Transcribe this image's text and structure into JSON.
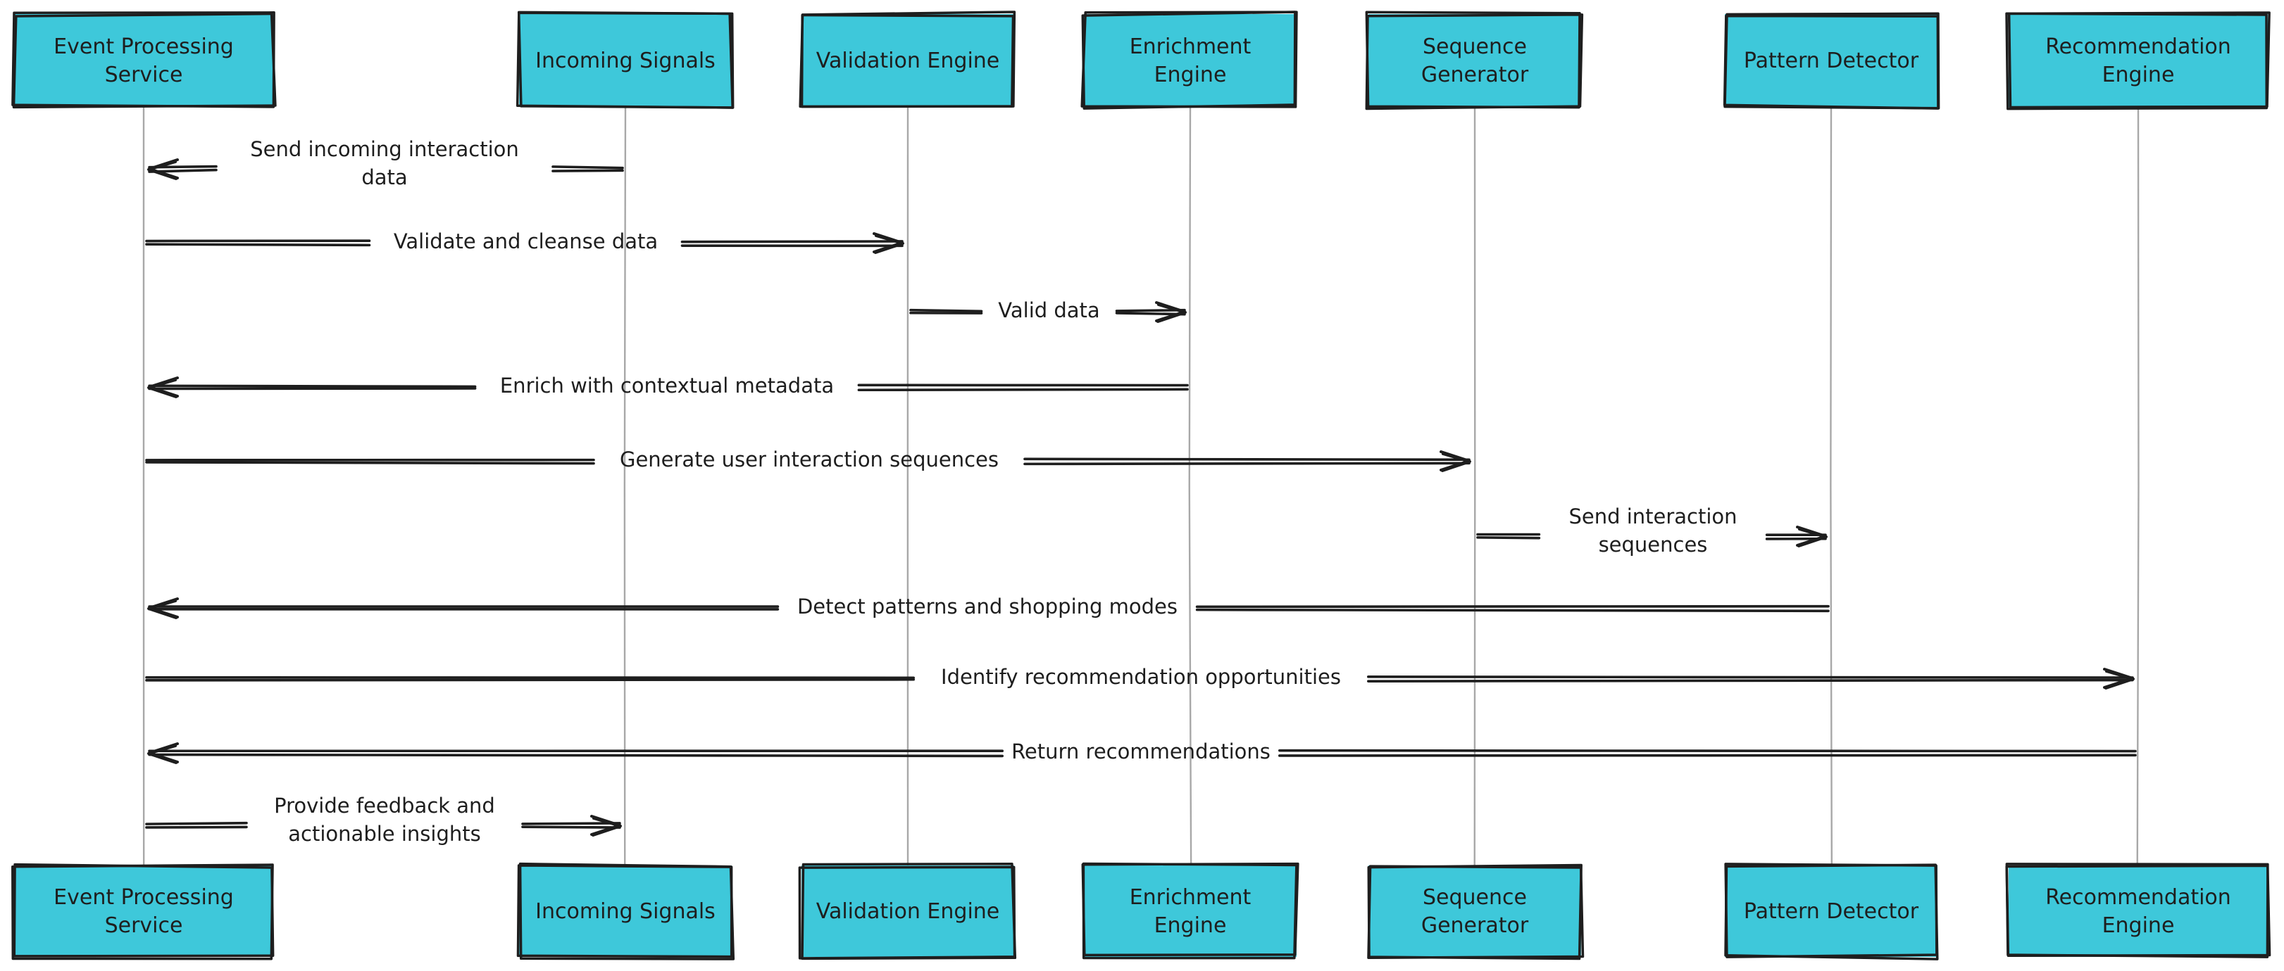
{
  "colors": {
    "box_fill": "#3ec8da",
    "stroke": "#1e1e1e",
    "lifeline": "#a8a8a8",
    "background": "#ffffff"
  },
  "participants": [
    {
      "id": "event-processing-service",
      "label": [
        "Event Processing",
        "Service"
      ]
    },
    {
      "id": "incoming-signals",
      "label": [
        "Incoming Signals"
      ]
    },
    {
      "id": "validation-engine",
      "label": [
        "Validation Engine"
      ]
    },
    {
      "id": "enrichment-engine",
      "label": [
        "Enrichment",
        "Engine"
      ]
    },
    {
      "id": "sequence-generator",
      "label": [
        "Sequence",
        "Generator"
      ]
    },
    {
      "id": "pattern-detector",
      "label": [
        "Pattern Detector"
      ]
    },
    {
      "id": "recommendation-engine",
      "label": [
        "Recommendation",
        "Engine"
      ]
    }
  ],
  "messages": [
    {
      "from": 1,
      "to": 0,
      "label": [
        "Send incoming interaction",
        "data"
      ]
    },
    {
      "from": 0,
      "to": 2,
      "label": [
        "Validate and cleanse data"
      ]
    },
    {
      "from": 2,
      "to": 3,
      "label": [
        "Valid data"
      ]
    },
    {
      "from": 3,
      "to": 0,
      "label": [
        "Enrich with contextual metadata"
      ]
    },
    {
      "from": 0,
      "to": 4,
      "label": [
        "Generate user interaction sequences"
      ]
    },
    {
      "from": 4,
      "to": 5,
      "label": [
        "Send interaction",
        "sequences"
      ]
    },
    {
      "from": 5,
      "to": 0,
      "label": [
        "Detect patterns and shopping modes"
      ]
    },
    {
      "from": 0,
      "to": 6,
      "label": [
        "Identify recommendation opportunities"
      ]
    },
    {
      "from": 6,
      "to": 0,
      "label": [
        "Return recommendations"
      ]
    },
    {
      "from": 0,
      "to": 1,
      "label": [
        "Provide feedback and",
        "actionable insights"
      ]
    }
  ]
}
